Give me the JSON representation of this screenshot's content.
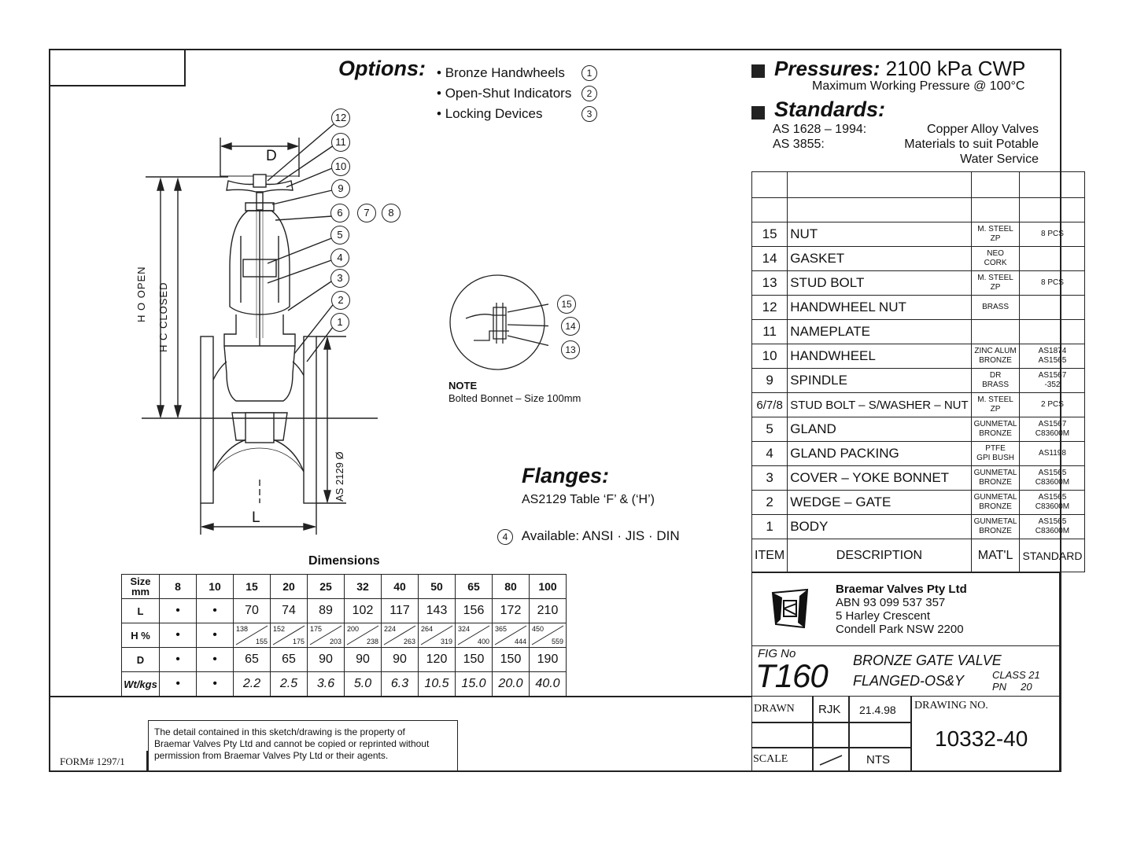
{
  "options": {
    "title": "Options:",
    "items": [
      {
        "label": "Bronze Handwheels",
        "num": "1"
      },
      {
        "label": "Open-Shut Indicators",
        "num": "2"
      },
      {
        "label": "Locking Devices",
        "num": "3"
      }
    ]
  },
  "pressures": {
    "title": "Pressures:",
    "value": "2100 kPa CWP",
    "sub": "Maximum Working Pressure @ 100°C"
  },
  "standards": {
    "title": "Standards:",
    "rows": [
      {
        "code": "AS 1628 – 1994:",
        "desc": "Copper Alloy Valves"
      },
      {
        "code": "AS 3855:",
        "desc": "Materials to suit Potable"
      },
      {
        "code": "",
        "desc": "Water Service"
      }
    ]
  },
  "parts": {
    "rows": [
      {
        "no": "15",
        "desc": "NUT",
        "mat": [
          "M. STEEL",
          "ZP"
        ],
        "std": [
          "8 PCS"
        ]
      },
      {
        "no": "14",
        "desc": "GASKET",
        "mat": [
          "NEO",
          "CORK"
        ],
        "std": []
      },
      {
        "no": "13",
        "desc": "STUD BOLT",
        "mat": [
          "M. STEEL",
          "ZP"
        ],
        "std": [
          "8 PCS"
        ]
      },
      {
        "no": "12",
        "desc": "HANDWHEEL NUT",
        "mat": [
          "BRASS"
        ],
        "std": []
      },
      {
        "no": "11",
        "desc": "NAMEPLATE",
        "mat": [],
        "std": []
      },
      {
        "no": "10",
        "desc": "HANDWHEEL",
        "mat": [
          "ZINC ALUM",
          "BRONZE"
        ],
        "std": [
          "AS1874",
          "AS1565"
        ]
      },
      {
        "no": "9",
        "desc": "SPINDLE",
        "mat": [
          "DR",
          "BRASS"
        ],
        "std": [
          "AS1567",
          "-352"
        ]
      },
      {
        "no": "6/7/8",
        "desc": "STUD BOLT – S/WASHER – NUT",
        "mat": [
          "M. STEEL",
          "ZP"
        ],
        "std": [
          "2 PCS"
        ]
      },
      {
        "no": "5",
        "desc": "GLAND",
        "mat": [
          "GUNMETAL",
          "BRONZE"
        ],
        "std": [
          "AS1567",
          "C83600M"
        ]
      },
      {
        "no": "4",
        "desc": "GLAND PACKING",
        "mat": [
          "PTFE",
          "GPI BUSH"
        ],
        "std": [
          "AS1198"
        ]
      },
      {
        "no": "3",
        "desc": "COVER – YOKE BONNET",
        "mat": [
          "GUNMETAL",
          "BRONZE"
        ],
        "std": [
          "AS1565",
          "C83600M"
        ]
      },
      {
        "no": "2",
        "desc": "WEDGE – GATE",
        "mat": [
          "GUNMETAL",
          "BRONZE"
        ],
        "std": [
          "AS1565",
          "C83600M"
        ]
      },
      {
        "no": "1",
        "desc": "BODY",
        "mat": [
          "GUNMETAL",
          "BRONZE"
        ],
        "std": [
          "AS1565",
          "C83600M"
        ]
      }
    ],
    "header": {
      "item": "ITEM",
      "desc": "DESCRIPTION",
      "mat": "MAT'L",
      "std": "STANDARD"
    }
  },
  "company": {
    "name": "Braemar Valves Pty Ltd",
    "abn": "ABN 93 099 537 357",
    "addr1": "5 Harley Crescent",
    "addr2": "Condell Park  NSW  2200"
  },
  "fig": {
    "label": "FIG No",
    "number": "T160",
    "title1": "BRONZE GATE VALVE",
    "title2": "FLANGED-OS&Y",
    "class_label": "CLASS 21",
    "pn_label": "PN     20"
  },
  "titleblock": {
    "drawn_label": "DRAWN",
    "drawn_by": "RJK",
    "date": "21.4.98",
    "scale_label": "SCALE",
    "scale": "NTS",
    "drawing_no_label": "DRAWING NO.",
    "drawing_no": "10332-40"
  },
  "note": {
    "title": "NOTE",
    "text": "Bolted Bonnet – Size 100mm"
  },
  "flanges": {
    "title": "Flanges:",
    "text": "AS2129 Table ‘F’ & (‘H’)",
    "avail_num": "4",
    "available": "Available: ANSI · JIS · DIN"
  },
  "dimensions": {
    "title": "Dimensions",
    "size_label": [
      "Size",
      "mm"
    ],
    "sizes": [
      "8",
      "10",
      "15",
      "20",
      "25",
      "32",
      "40",
      "50",
      "65",
      "80",
      "100"
    ],
    "L_label": "L",
    "L": [
      "•",
      "•",
      "70",
      "74",
      "89",
      "102",
      "117",
      "143",
      "156",
      "172",
      "210"
    ],
    "H_label": "H %",
    "H": [
      [
        "•",
        ""
      ],
      [
        "•",
        ""
      ],
      [
        "138",
        "155"
      ],
      [
        "152",
        "175"
      ],
      [
        "175",
        "203"
      ],
      [
        "200",
        "238"
      ],
      [
        "224",
        "263"
      ],
      [
        "264",
        "319"
      ],
      [
        "324",
        "400"
      ],
      [
        "365",
        "444"
      ],
      [
        "450",
        "559"
      ]
    ],
    "D_label": "D",
    "D": [
      "•",
      "•",
      "65",
      "65",
      "90",
      "90",
      "90",
      "120",
      "150",
      "150",
      "190"
    ],
    "W_label": "Wt/kgs",
    "W": [
      "•",
      "•",
      "2.2",
      "2.5",
      "3.6",
      "5.0",
      "6.3",
      "10.5",
      "15.0",
      "20.0",
      "40.0"
    ]
  },
  "disclaimer": {
    "line1": "The detail contained in this sketch/drawing is the property of",
    "line2": "Braemar Valves Pty Ltd and cannot be copied or reprinted without",
    "line3": "permission from Braemar Valves Pty Ltd or their agents."
  },
  "form_no": "FORM# 1297/1",
  "drawing_labels": {
    "D": "D",
    "L": "L",
    "H_open": "H O OPEN",
    "H_closed": "H C CLOSED",
    "as2129": "AS 2129 Ø",
    "balloons": [
      "12",
      "11",
      "10",
      "9",
      "6",
      "7",
      "8",
      "5",
      "4",
      "3",
      "2",
      "1"
    ],
    "detail_balloons": [
      "15",
      "14",
      "13"
    ]
  }
}
